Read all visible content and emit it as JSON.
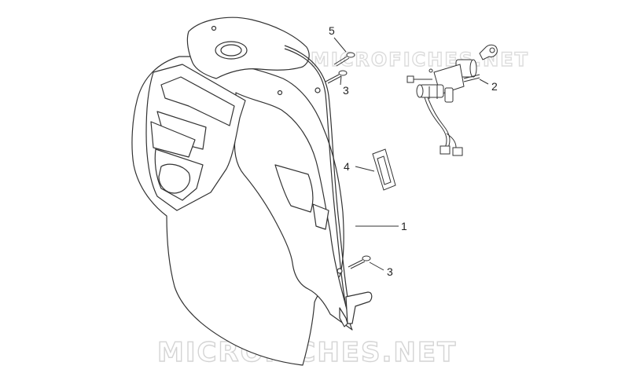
{
  "watermark": {
    "top": "MICROFICHES.NET",
    "bottom": "MICROFICHES.NET"
  },
  "parts": [
    {
      "id": "label-5",
      "number": "5"
    },
    {
      "id": "label-3-top",
      "number": "3"
    },
    {
      "id": "label-2",
      "number": "2"
    },
    {
      "id": "label-4",
      "number": "4"
    },
    {
      "id": "label-1",
      "number": "1"
    },
    {
      "id": "label-3-bottom",
      "number": "3"
    }
  ],
  "colors": {
    "line": "#333333",
    "watermark": "#d4d4d4",
    "background": "#ffffff"
  }
}
